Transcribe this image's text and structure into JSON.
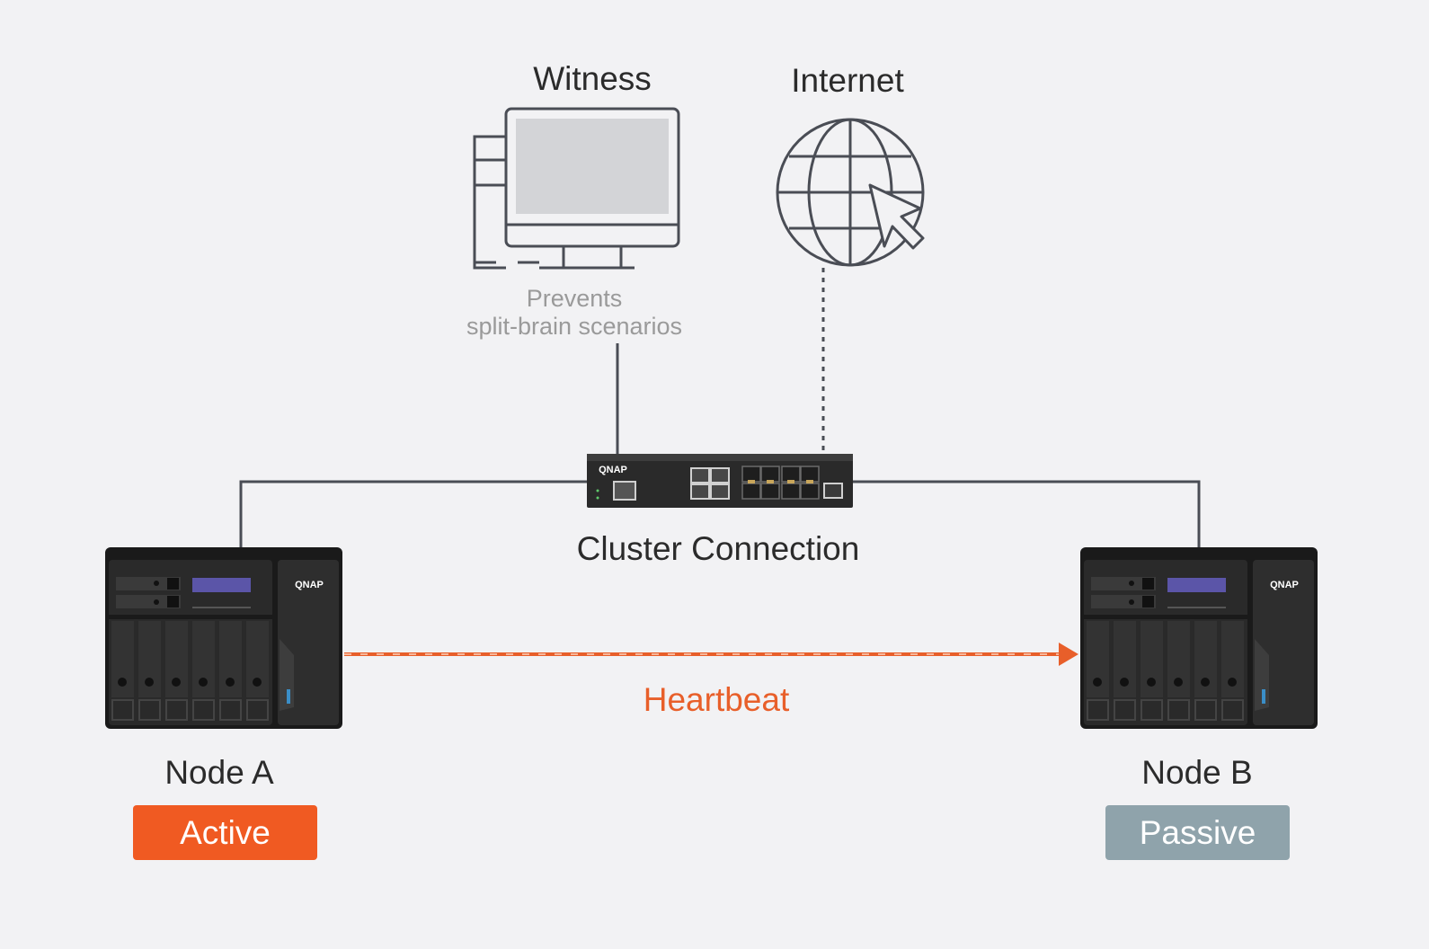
{
  "witness": {
    "title": "Witness",
    "note_line1": "Prevents",
    "note_line2": "split-brain scenarios"
  },
  "internet": {
    "title": "Internet"
  },
  "switch": {
    "brand": "QNAP",
    "label": "Cluster Connection"
  },
  "heartbeat": {
    "label": "Heartbeat",
    "color": "#e85f2a"
  },
  "node_a": {
    "title": "Node A",
    "brand": "QNAP",
    "status": "Active",
    "status_color": "#f05a22"
  },
  "node_b": {
    "title": "Node B",
    "brand": "QNAP",
    "status": "Passive",
    "status_color": "#8fa3ab"
  },
  "colors": {
    "line": "#4a4d55",
    "device_dark": "#242424",
    "display_blue": "#5b55a8"
  }
}
